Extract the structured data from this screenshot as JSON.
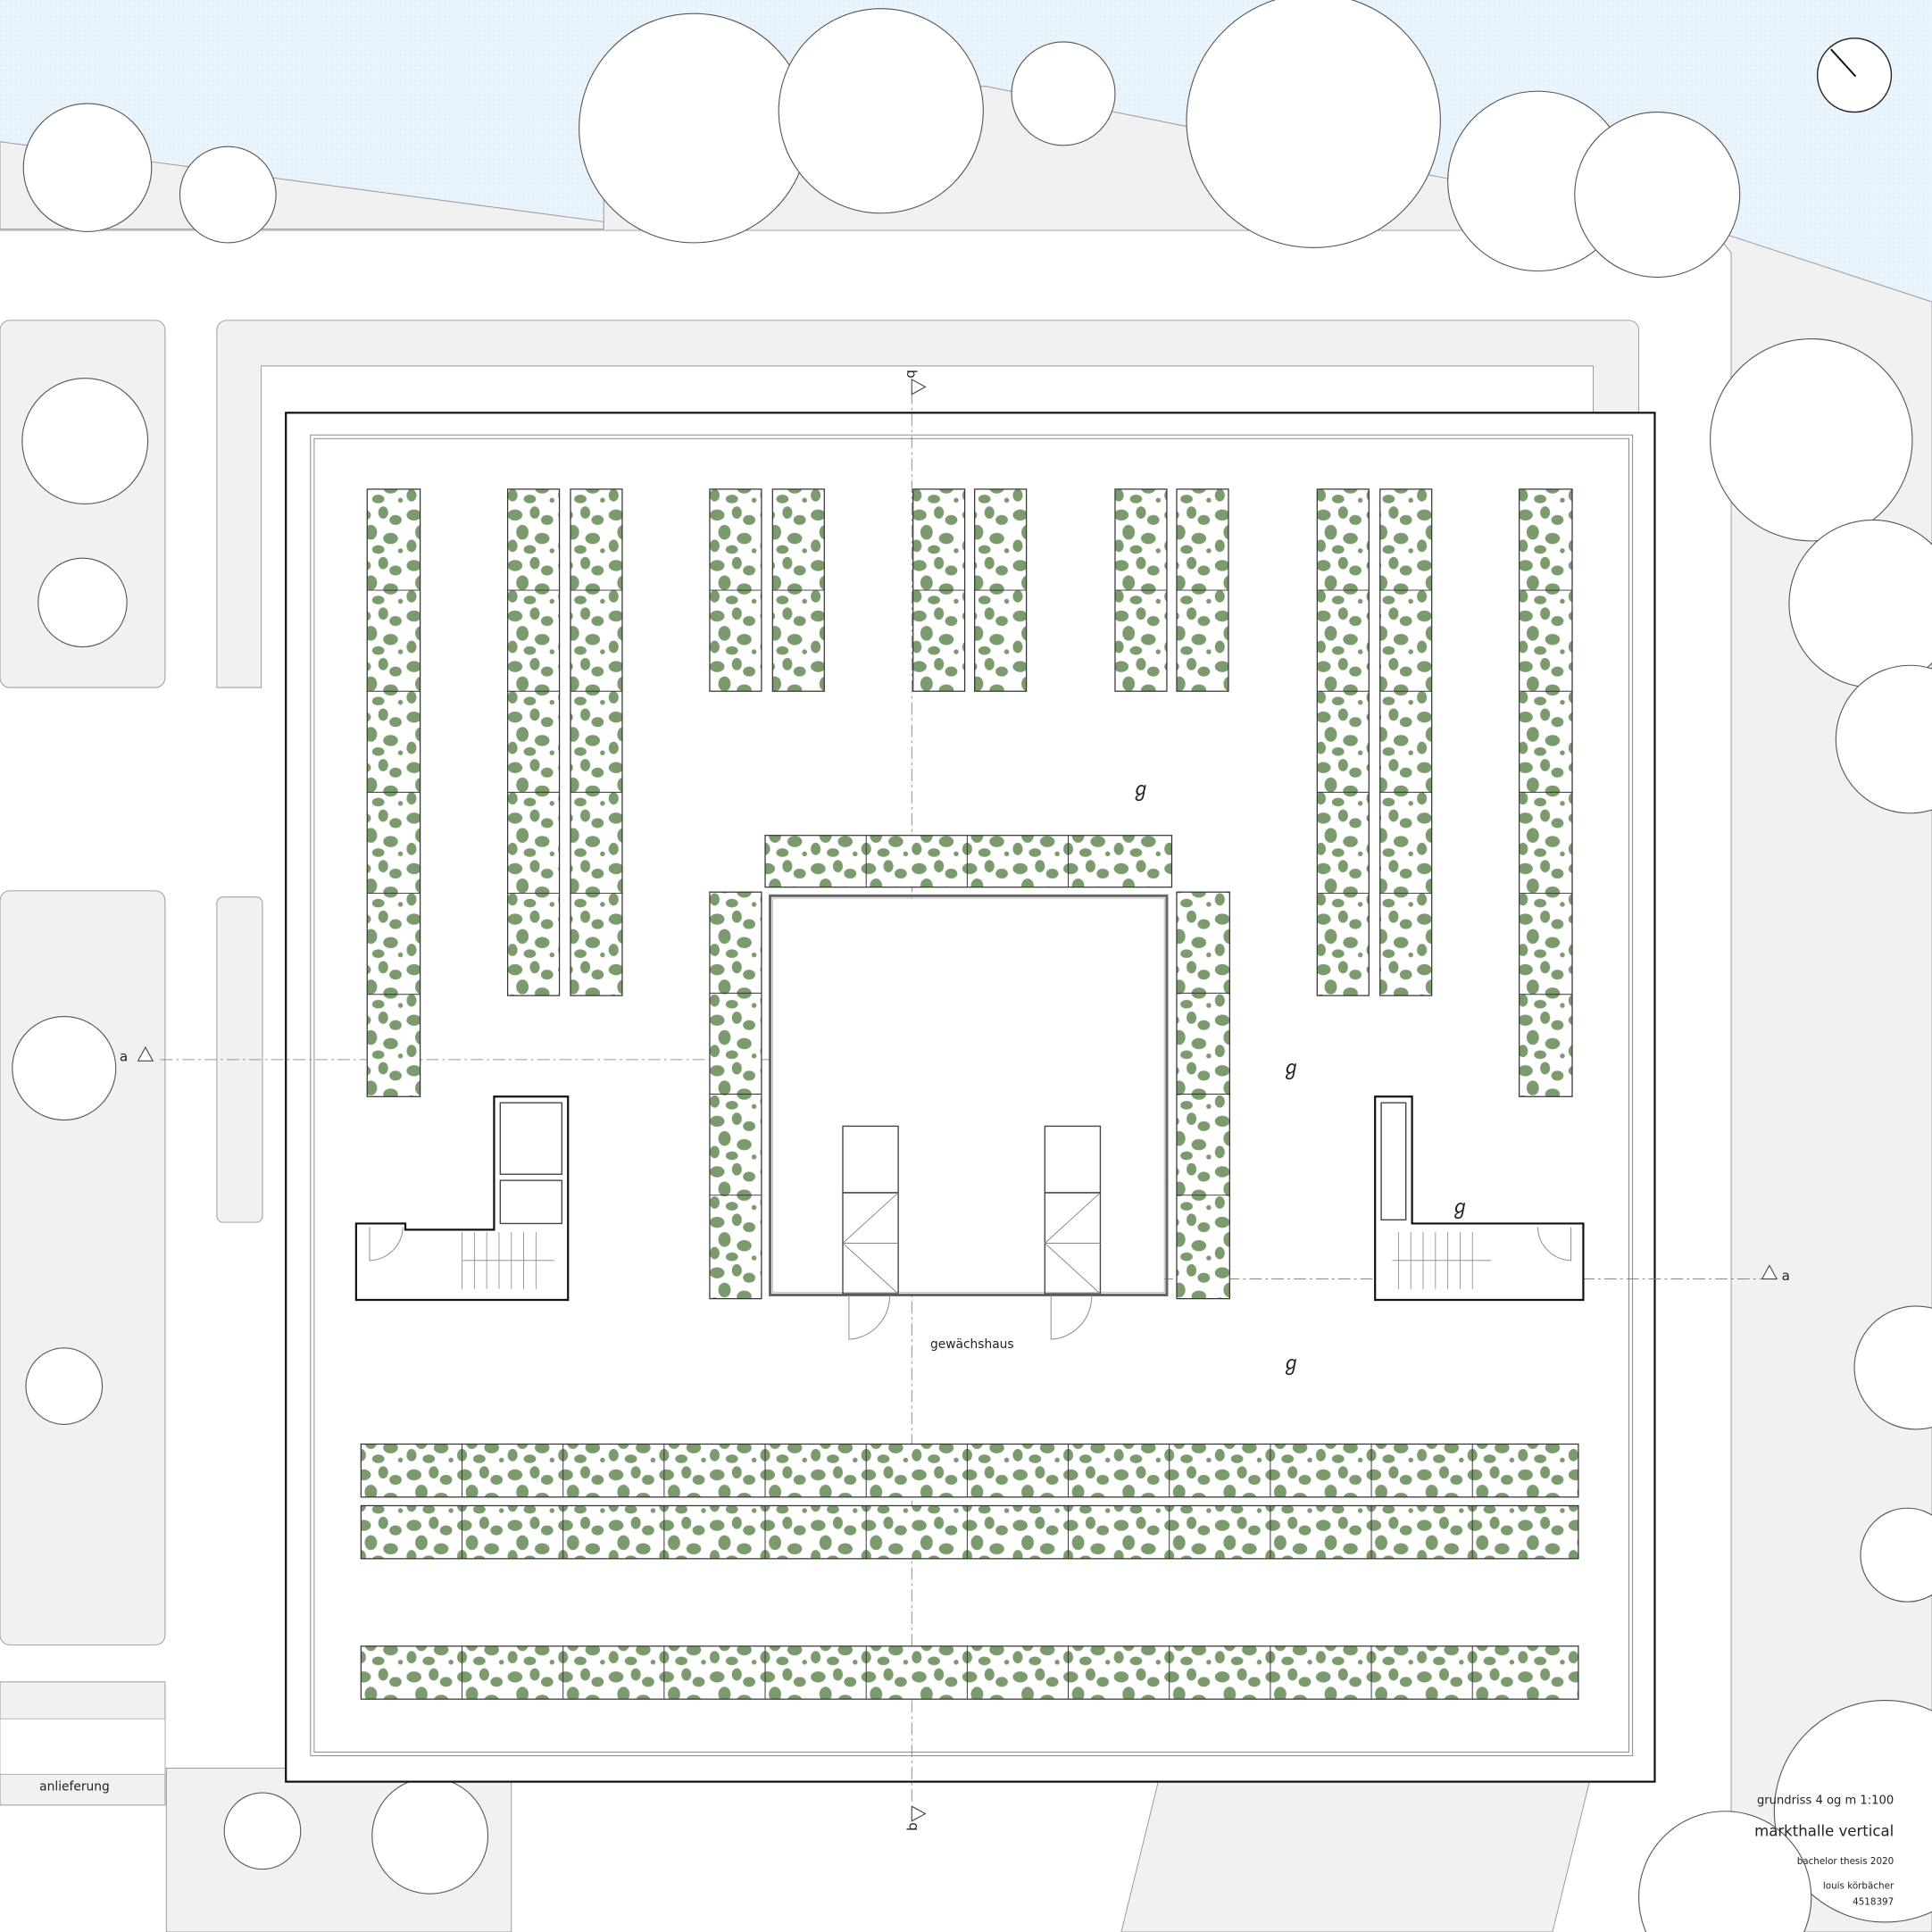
{
  "title_block": {
    "drawing": "grundriss 4 og m 1:100",
    "project": "markthalle vertical",
    "thesis": "bachelor thesis 2020",
    "author": "louis körbächer",
    "student_id": "4518397"
  },
  "labels": {
    "greenhouse": "gewächshaus",
    "delivery": "anlieferung",
    "section_a": "a",
    "section_b": "b"
  },
  "colors": {
    "plant": "#7b9a6d",
    "sky": "#e8f3fb",
    "ground": "#f1f1f1"
  }
}
